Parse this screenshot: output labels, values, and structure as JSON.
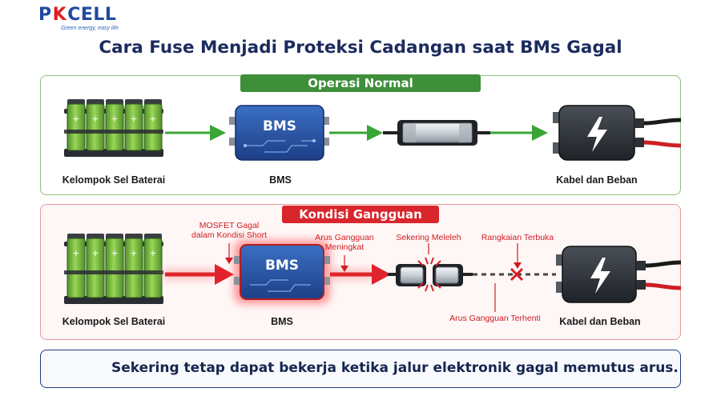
{
  "logo": {
    "brand_p": "P",
    "brand_k": "K",
    "brand_rest": "CELL",
    "tagline": "Green energy, easy life"
  },
  "title": "Cara Fuse Menjadi Proteksi Cadangan saat BMs Gagal",
  "normal": {
    "tab": "Operasi Normal",
    "battery_label": "Kelompok Sel Baterai",
    "bms_label": "BMS",
    "bms_chip": "BMS",
    "load_label": "Kabel dan Beban"
  },
  "fault": {
    "tab": "Kondisi Gangguan",
    "battery_label": "Kelompok Sel Baterai",
    "bms_label": "BMS",
    "bms_chip": "BMS",
    "load_label": "Kabel dan Beban",
    "note_mosfet_line1": "MOSFET Gagal",
    "note_mosfet_line2": "dalam Kondisi Short",
    "note_current_line1": "Arus Gangguan",
    "note_current_line2": "Meningkat",
    "note_fuse": "Sekering Meleleh",
    "note_open": "Rangkaian Terbuka",
    "note_stopped": "Arus Gangguan Terhenti"
  },
  "banner": {
    "text": "Sekering tetap dapat bekerja ketika jalur elektronik gagal memutus arus."
  },
  "colors": {
    "normal_green": "#3e8e3a",
    "fault_red": "#d8262c",
    "navy": "#1c3a82"
  }
}
